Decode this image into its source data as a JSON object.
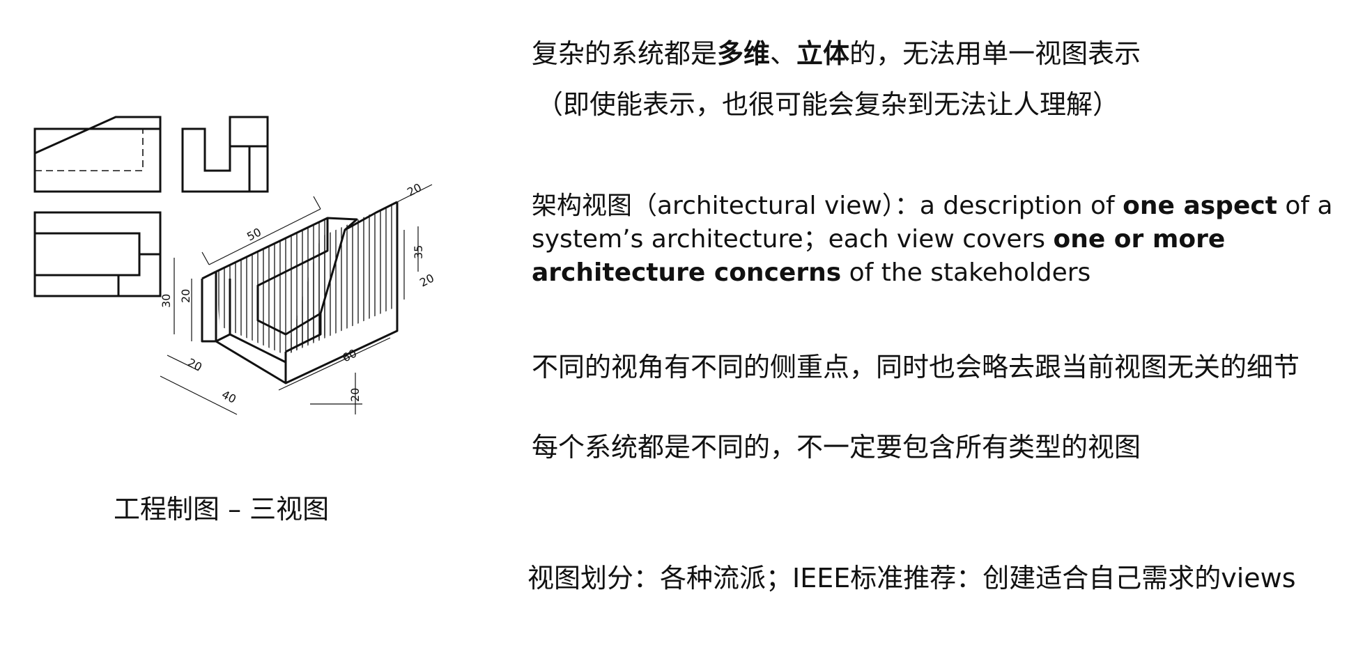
{
  "drawing": {
    "caption": "工程制图 – 三视图",
    "dimensions": [
      "50",
      "20",
      "35",
      "20",
      "30",
      "20",
      "20",
      "40",
      "60",
      "20"
    ]
  },
  "line1": {
    "pre": "复杂的系统都是",
    "b1": "多维",
    "mid": "、",
    "b2": "立体",
    "post": "的，无法用单一视图表示"
  },
  "line2": "（即使能表示，也很可能会复杂到无法让人理解）",
  "definition": {
    "p1": "架构视图（architectural view）：a description of ",
    "b1": "one aspect",
    "p2": " of a system’s architecture；each view covers ",
    "b2": "one or more architecture concerns",
    "p3": " of the stakeholders"
  },
  "line4": "不同的视角有不同的侧重点，同时也会略去跟当前视图无关的细节",
  "line5": "每个系统都是不同的，不一定要包含所有类型的视图",
  "line6": "视图划分：各种流派；IEEE标准推荐：创建适合自己需求的views"
}
